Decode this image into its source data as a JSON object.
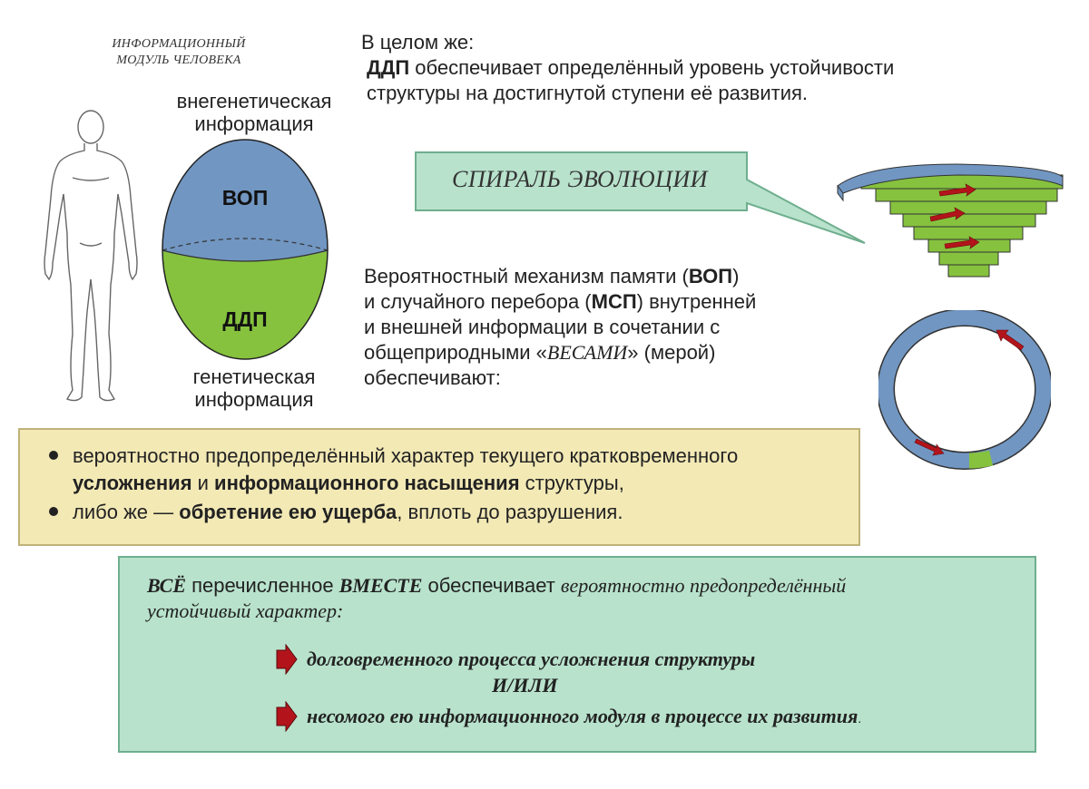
{
  "module": {
    "title_line1": "Информационный",
    "title_line2": "модуль человека",
    "top_label_line1": "внегенетическая",
    "top_label_line2": "информация",
    "bottom_label_line1": "генетическая",
    "bottom_label_line2": "информация",
    "egg_top": "ВОП",
    "egg_bottom": "ДДП"
  },
  "intro": {
    "line1": "В целом же:",
    "ddp": "ДДП",
    "line2_rest": " обеспечивает определённый уровень устойчивости",
    "line3": "структуры на достигнутой ступени её развития."
  },
  "callout": {
    "label": "СПИРАЛЬ ЭВОЛЮЦИИ"
  },
  "mechanism": {
    "l1_a": "Вероятностный механизм памяти (",
    "l1_b": "ВОП",
    "l1_c": ")",
    "l2_a": "и случайного перебора (",
    "l2_b": "МСП",
    "l2_c": ") внутренней",
    "l3": "и внешней информации в сочетании с",
    "l4_a": "общеприродными «",
    "l4_b": "ВЕСАМИ",
    "l4_c": "» (мерой)",
    "l5": "обеспечивают:"
  },
  "yellow": {
    "b1_a": "вероятностно предопределённый характер текущего кратковременного",
    "b1_b1": "усложнения",
    "b1_b2": " и ",
    "b1_b3": "информационного насыщения",
    "b1_b4": " структуры,",
    "b2_a": "либо же — ",
    "b2_b": "обретение ею ущерба",
    "b2_c": ", вплоть до разрушения."
  },
  "green": {
    "l1_a": "ВСЁ",
    "l1_b": " перечисленное ",
    "l1_c": "ВМЕСТЕ",
    "l1_d": " обеспечивает ",
    "l1_e": "вероятностно предопределённый",
    "l2": "устойчивый характер:",
    "item1": "долговременного процесса усложнения структуры",
    "or": "И/ИЛИ",
    "item2": "несомого ею информационного модуля в процессе их развития",
    "item2_end": "."
  },
  "colors": {
    "blue": "#7196c2",
    "green": "#86c23e",
    "red": "#b3141b",
    "mint": "#b8e2cc",
    "sand": "#f3e9b5"
  }
}
